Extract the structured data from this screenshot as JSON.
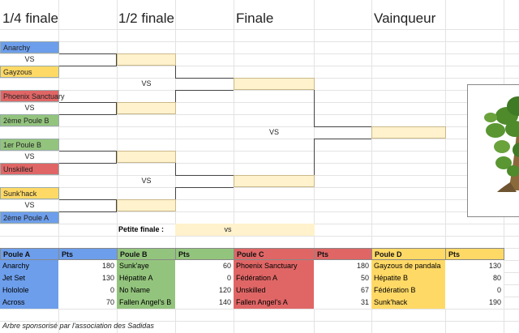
{
  "rounds": [
    "1/4 finale",
    "1/2 finale",
    "Finale",
    "Vainqueur"
  ],
  "quarter": [
    {
      "team1": "Anarchy",
      "team2": "Gayzous",
      "vs": "VS",
      "c1": "#6d9eeb",
      "c2": "#ffd966"
    },
    {
      "team1": "Phoenix Sanctuary",
      "team2": "2ème Poule B",
      "vs": "VS",
      "c1": "#e06666",
      "c2": "#93c47d"
    },
    {
      "team1": "1er Poule B",
      "team2": "Unskilled",
      "vs": "VS",
      "c1": "#93c47d",
      "c2": "#e06666"
    },
    {
      "team1": "Sunk'hack",
      "team2": "2ème Poule A",
      "vs": "VS",
      "c1": "#ffd966",
      "c2": "#6d9eeb"
    }
  ],
  "semi_vs": [
    "VS",
    "VS"
  ],
  "final_vs": "VS",
  "petite": {
    "label": "Petite finale :",
    "vs": "vs"
  },
  "pools": [
    {
      "name": "Poule A",
      "pts": "Pts",
      "color": "#6d9eeb",
      "rows": [
        [
          "Anarchy",
          "180"
        ],
        [
          "Jet Set",
          "130"
        ],
        [
          "Hololole",
          "0"
        ],
        [
          "Across",
          "70"
        ]
      ]
    },
    {
      "name": "Poule B",
      "pts": "Pts",
      "color": "#93c47d",
      "rows": [
        [
          "Sunk'aye",
          "60"
        ],
        [
          "Hépatite A",
          "0"
        ],
        [
          "No Name",
          "120"
        ],
        [
          "Fallen Angel's B",
          "140"
        ]
      ]
    },
    {
      "name": "Poule C",
      "pts": "Pts",
      "color": "#e06666",
      "rows": [
        [
          "Phoenix Sanctuary",
          "180"
        ],
        [
          "Fédération A",
          "50"
        ],
        [
          "Unskilled",
          "67"
        ],
        [
          "Fallen Angel's A",
          "31"
        ]
      ]
    },
    {
      "name": "Poule D",
      "pts": "Pts",
      "color": "#ffd966",
      "rows": [
        [
          "Gayzous de pandala",
          "130"
        ],
        [
          "Hépatite B",
          "80"
        ],
        [
          "Fédération B",
          "0"
        ],
        [
          "Sunk'hack",
          "190"
        ]
      ]
    }
  ],
  "footer": "Arbre sponsorisé par l'association des Sadidas"
}
